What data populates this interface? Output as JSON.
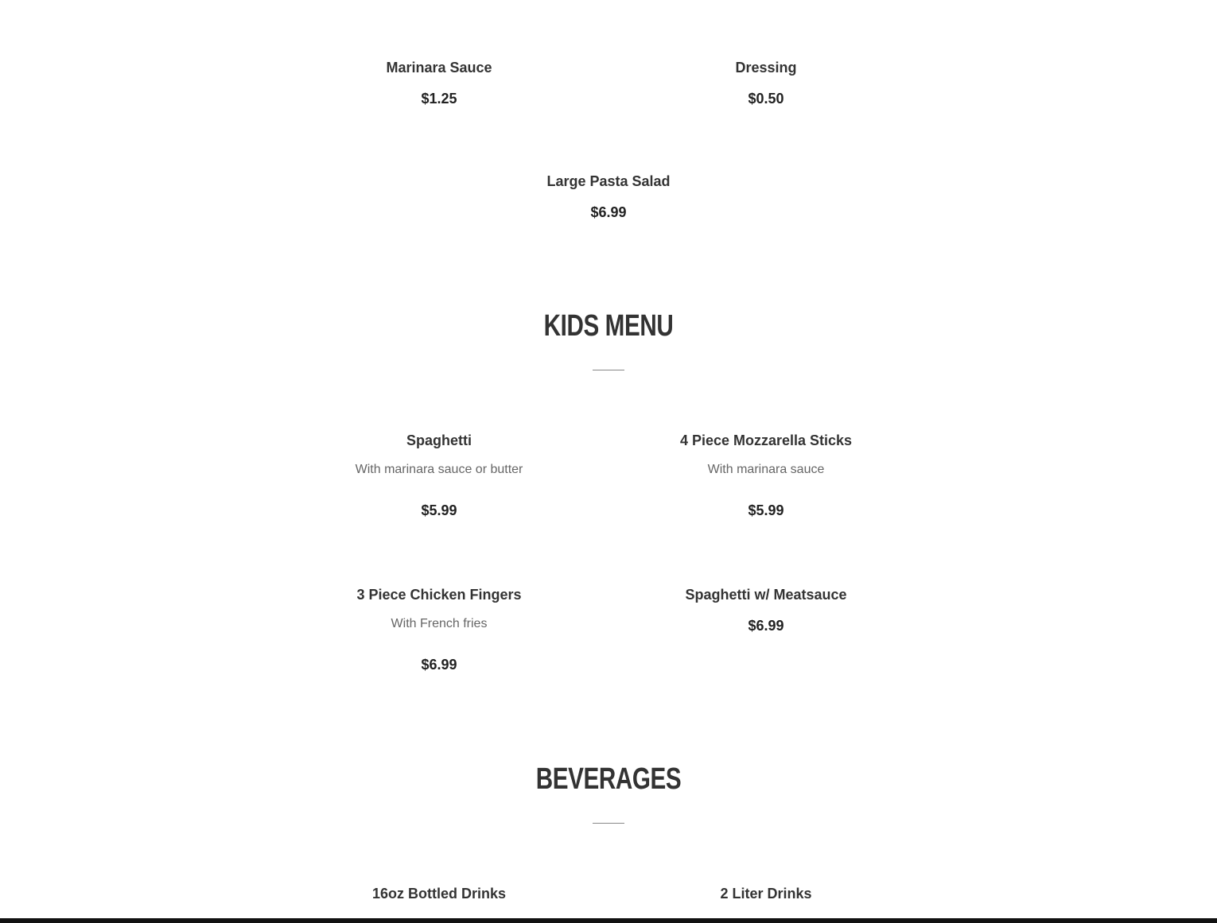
{
  "sides": {
    "items": [
      {
        "name": "Marinara Sauce",
        "price": "$1.25"
      },
      {
        "name": "Dressing",
        "price": "$0.50"
      },
      {
        "name": "Large Pasta Salad",
        "price": "$6.99"
      }
    ]
  },
  "kids_menu": {
    "heading": "KIDS MENU",
    "items": [
      {
        "name": "Spaghetti",
        "description": "With marinara sauce or butter",
        "price": "$5.99"
      },
      {
        "name": "4 Piece Mozzarella Sticks",
        "description": "With marinara sauce",
        "price": "$5.99"
      },
      {
        "name": "3 Piece Chicken Fingers",
        "description": "With French fries",
        "price": "$6.99"
      },
      {
        "name": "Spaghetti w/ Meatsauce",
        "price": "$6.99"
      }
    ]
  },
  "beverages": {
    "heading": "BEVERAGES",
    "items": [
      {
        "name": "16oz Bottled Drinks"
      },
      {
        "name": "2 Liter Drinks"
      }
    ]
  }
}
